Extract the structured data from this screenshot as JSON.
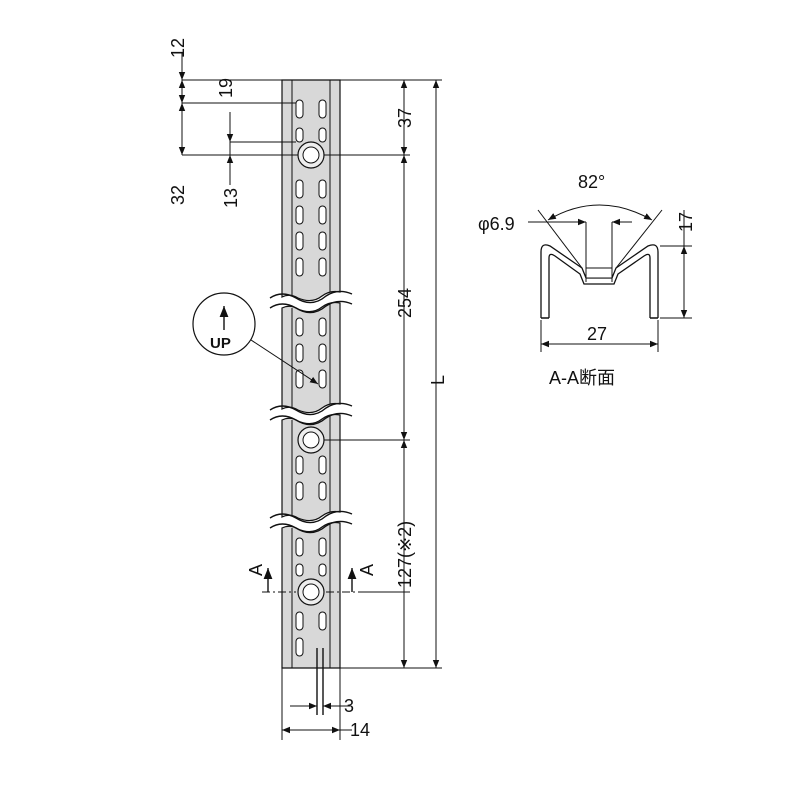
{
  "drawing": {
    "rail_dimensions": {
      "top_offset": "12",
      "first_slot_offset": "19",
      "first_hole_from_top": "32",
      "slot_to_hole": "13",
      "top_to_first_hole": "37",
      "hole_pitch": "254",
      "last_hole_from_bottom": "127(※2)",
      "overall_length": "L",
      "slot_width": "3",
      "rail_width": "14"
    },
    "up_marker": {
      "label": "UP"
    },
    "section_markers": {
      "left": "A",
      "right": "A"
    },
    "cross_section": {
      "title": "A-A断面",
      "angle": "82°",
      "hole_diameter": "φ6.9",
      "height": "17",
      "width": "27"
    },
    "colors": {
      "line": "#111111",
      "rail_fill": "#d8d8d8",
      "background": "#ffffff"
    }
  }
}
